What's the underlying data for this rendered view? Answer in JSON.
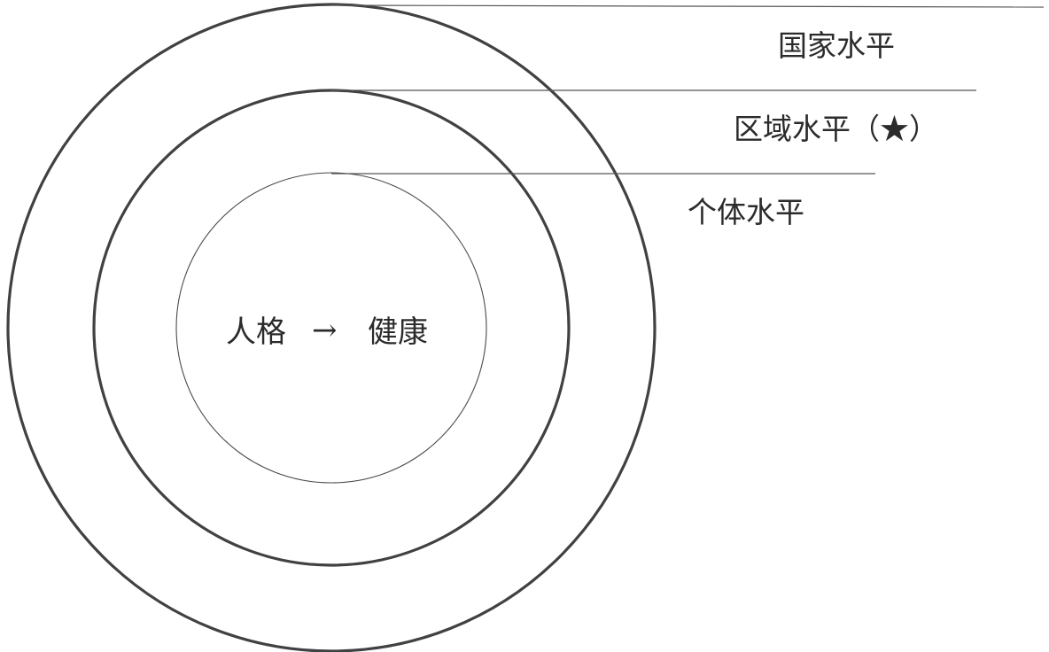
{
  "diagram": {
    "levels": {
      "national": "国家水平",
      "regional": "区域水平（★）",
      "individual": "个体水平"
    },
    "center": {
      "left": "人格",
      "arrow": "→",
      "right": "健康"
    }
  }
}
